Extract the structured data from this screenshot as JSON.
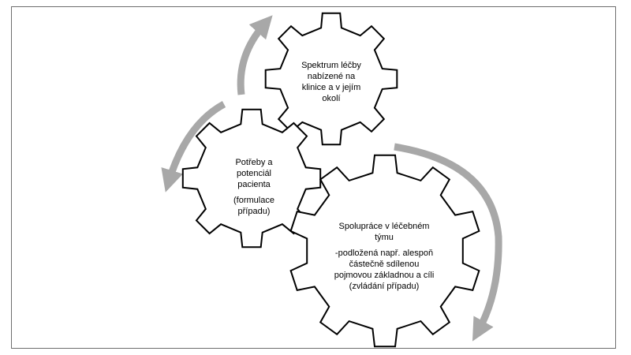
{
  "colors": {
    "gear_fill": "#ffffff",
    "gear_stroke": "#000000",
    "arrow": "#a8a8a8",
    "frame_border": "#6e6e6e"
  },
  "gears": {
    "treatment": {
      "lines": [
        "Spektrum léčby",
        "nabízené na",
        "klinice a v jejím",
        "okolí"
      ]
    },
    "patient": {
      "lines": [
        "Potřeby a",
        "potenciál",
        "pacienta"
      ],
      "note": "(formulace",
      "note2": "případu)"
    },
    "team": {
      "line1": "Spolupráce v léčebném",
      "line2": "týmu",
      "line3": "-podložená např. alespoň",
      "line4": "částečně sdílenou",
      "line5": "pojmovou základnou a cíli",
      "line6": "(zvládání případu)"
    }
  }
}
